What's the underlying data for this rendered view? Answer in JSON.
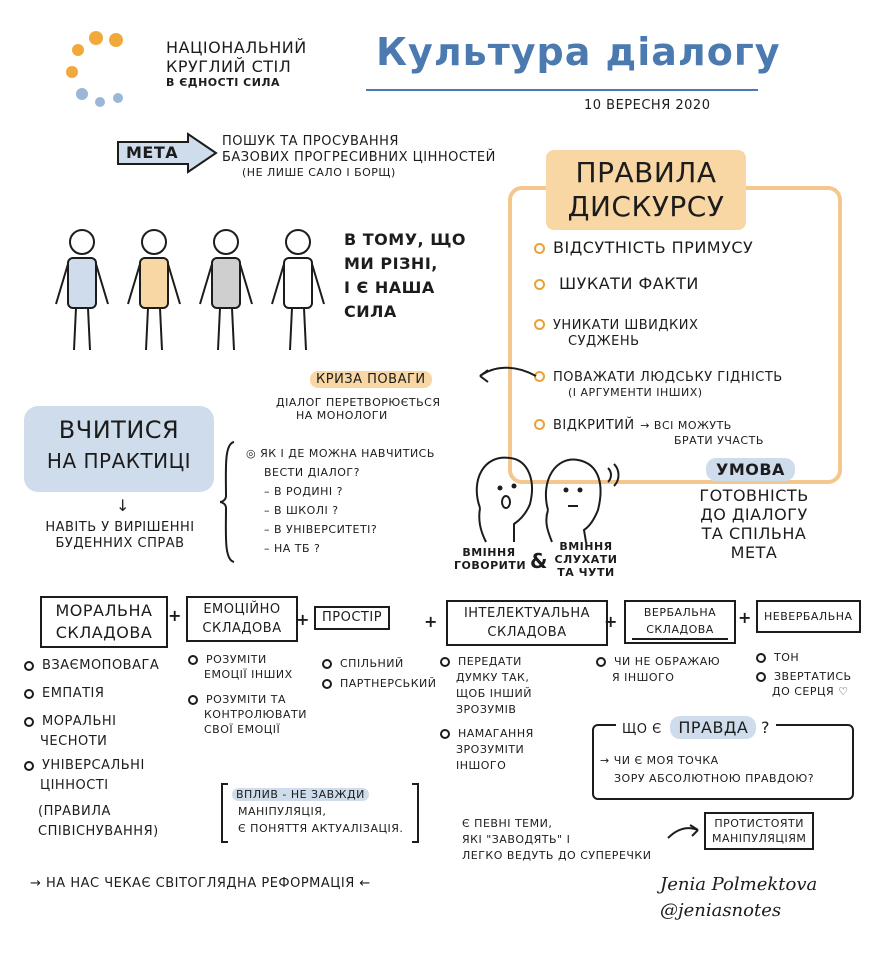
{
  "header": {
    "org_line1": "НАЦІОНАЛЬНИЙ",
    "org_line2": "КРУГЛИЙ СТІЛ",
    "org_line3": "В ЄДНОСТІ СИЛА",
    "title": "Культура діалогу",
    "date": "10 ВЕРЕСНЯ 2020"
  },
  "goal": {
    "label": "МЕТА",
    "line1": "ПОШУК ТА ПРОСУВАННЯ",
    "line2": "БАЗОВИХ ПРОГРЕСИВНИХ ЦІННОСТЕЙ",
    "line3": "(НЕ ЛИШЕ САЛО І БОРЩ)"
  },
  "diversity": {
    "line1": "В ТОМУ, ЩО",
    "line2": "МИ РІЗНІ,",
    "line3": "І Є НАША",
    "line4": "СИЛА"
  },
  "people_colors": [
    "#cfdcec",
    "#f8d7a4",
    "#cfcfcf",
    "#ffffff"
  ],
  "rules": {
    "title1": "ПРАВИЛА",
    "title2": "ДИСКУРСУ",
    "items": [
      "ВІДСУТНІСТЬ ПРИМУСУ",
      "ШУКАТИ ФАКТИ",
      "УНИКАТИ ШВИДКИХ",
      "ПОВАЖАТИ ЛЮДСЬКУ ГІДНІСТЬ",
      "ВІДКРИТИЙ"
    ],
    "item3_sub": "СУДЖЕНЬ",
    "item4_sub": "(І АРГУМЕНТИ ІНШИХ)",
    "item5_arrow": "→ ВСІ МОЖУТЬ",
    "item5_sub": "БРАТИ УЧАСТЬ",
    "condition_label": "УМОВА",
    "condition_1": "ГОТОВНІСТЬ",
    "condition_2": "ДО ДІАЛОГУ",
    "condition_3": "ТА СПІЛЬНА",
    "condition_4": "МЕТА"
  },
  "crisis": {
    "label": "КРИЗА ПОВАГИ",
    "line1": "ДІАЛОГ ПЕРЕТВОРЮЄТЬСЯ",
    "line2": "НА МОНОЛОГИ"
  },
  "practice": {
    "line1": "ВЧИТИСЯ",
    "line2": "НА ПРАКТИЦІ",
    "arrow": "↓",
    "sub1": "НАВІТЬ У ВИРІШЕННІ",
    "sub2": "БУДЕННИХ СПРАВ",
    "q1": "◎ ЯК І ДЕ МОЖНА НАВЧИТИСЬ",
    "q2": "ВЕСТИ ДІАЛОГ?",
    "q3": "– В РОДИНІ ?",
    "q4": "– В ШКОЛІ ?",
    "q5": "– В УНІВЕРСИТЕТІ?",
    "q6": "– НА ТБ ?"
  },
  "skills": {
    "speak1": "ВМІННЯ",
    "speak2": "ГОВОРИТИ",
    "amp": "&",
    "listen1": "ВМІННЯ",
    "listen2": "СЛУХАТИ",
    "listen3": "ТА ЧУТИ"
  },
  "components": {
    "moral_1": "МОРАЛЬНА",
    "moral_2": "СКЛАДОВА",
    "emo_1": "ЕМОЦІЙНО",
    "emo_2": "СКЛАДОВА",
    "space": "ПРОСТІР",
    "intel_1": "ІНТЕЛЕКТУАЛЬНА",
    "intel_2": "СКЛАДОВА",
    "verbal_1": "ВЕРБАЛЬНА",
    "verbal_2": "СКЛАДОВА",
    "nonverbal": "НЕВЕРБАЛЬНА",
    "plus": "+"
  },
  "moral_list": [
    "ВЗАЄМОПОВАГА",
    "ЕМПАТІЯ",
    "МОРАЛЬНІ",
    "УНІВЕРСАЛЬНІ"
  ],
  "moral_sub": {
    "m3b": "ЧЕСНОТИ",
    "m4b": "ЦІННОСТІ",
    "m5a": "(ПРАВИЛА",
    "m5b": "СПІВІСНУВАННЯ)"
  },
  "emo_list": {
    "e1a": "РОЗУМІТИ",
    "e1b": "ЕМОЦІЇ ІНШИХ",
    "e2a": "РОЗУМІТИ ТА",
    "e2b": "КОНТРОЛЮВАТИ",
    "e2c": "СВОЇ ЕМОЦІЇ"
  },
  "space_list": [
    "СПІЛЬНИЙ",
    "ПАРТНЕРСЬКИЙ"
  ],
  "intel_list": {
    "i1a": "ПЕРЕДАТИ",
    "i1b": "ДУМКУ ТАК,",
    "i1c": "ЩОБ ІНШИЙ",
    "i1d": "ЗРОЗУМІВ",
    "i2a": "НАМАГАННЯ",
    "i2b": "ЗРОЗУМІТИ",
    "i2c": "ІНШОГО"
  },
  "verbal_list": {
    "v1a": "ЧИ НЕ ОБРАЖАЮ",
    "v1b": "Я ІНШОГО"
  },
  "nonverbal_list": {
    "n1": "ТОН",
    "n2a": "ЗВЕРТАТИСЬ",
    "n2b": "ДО СЕРЦЯ ♡"
  },
  "truth": {
    "q": "ЩО Є",
    "label": "ПРАВДА",
    "qmark": "?",
    "line1": "→ ЧИ Є МОЯ ТОЧКА",
    "line2": "ЗОРУ АБСОЛЮТНОЮ ПРАВДОЮ?"
  },
  "influence": {
    "line1": "ВПЛИВ - НЕ ЗАВЖДИ",
    "line2": "МАНІПУЛЯЦІЯ,",
    "line3": "Є ПОНЯТТЯ АКТУАЛІЗАЦІЯ."
  },
  "topics": {
    "line1": "Є ПЕВНІ ТЕМИ,",
    "line2": "ЯКІ \"ЗАВОДЯТЬ\" І",
    "line3": "ЛЕГКО ВЕДУТЬ ДО СУПЕРЕЧКИ"
  },
  "resist": {
    "line1": "ПРОТИСТОЯТИ",
    "line2": "МАНІПУЛЯЦІЯМ"
  },
  "reform": "→ НА НАС ЧЕКАЄ СВІТОГЛЯДНА РЕФОРМАЦІЯ ←",
  "signature": {
    "name": "Jenia Polmektova",
    "handle": "@jeniasnotes"
  }
}
